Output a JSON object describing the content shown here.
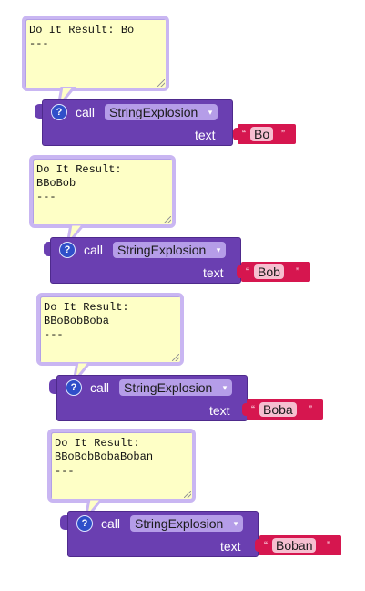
{
  "blocks": [
    {
      "result_text": "Do It Result: Bo\n---",
      "call_label": "call",
      "procedure": "StringExplosion",
      "param_label": "text",
      "string_value": "Bo"
    },
    {
      "result_text": "Do It Result:\nBBoBob\n---",
      "call_label": "call",
      "procedure": "StringExplosion",
      "param_label": "text",
      "string_value": "Bob"
    },
    {
      "result_text": "Do It Result:\nBBoBobBoba\n---",
      "call_label": "call",
      "procedure": "StringExplosion",
      "param_label": "text",
      "string_value": "Boba"
    },
    {
      "result_text": "Do It Result:\nBBoBobBobaBoban\n---",
      "call_label": "call",
      "procedure": "StringExplosion",
      "param_label": "text",
      "string_value": "Boban"
    }
  ],
  "quote_open": "“",
  "quote_close": "”",
  "help_glyph": "?",
  "dropdown_glyph": "▾",
  "colors": {
    "block": "#6a3fb1",
    "string_block": "#d6164f",
    "bubble_bg": "#feffc6",
    "bubble_border": "#c9b6f2",
    "help_icon": "#2f4fc9"
  }
}
